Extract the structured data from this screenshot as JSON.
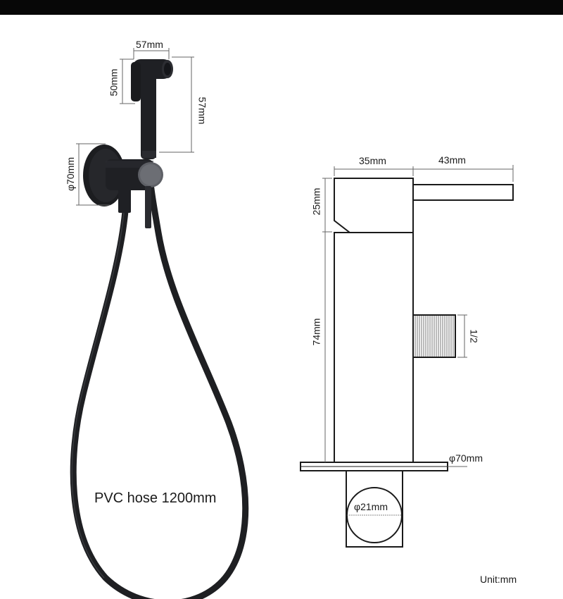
{
  "header": {
    "bar_color": "#070707"
  },
  "product_photo": {
    "labels": {
      "sprayer_width": "57mm",
      "sprayer_head_height": "50mm",
      "sprayer_total_height": "57mm",
      "wall_plate_diameter": "φ70mm"
    },
    "hose_label": "PVC hose  1200mm",
    "finish_color": "#1e1f22"
  },
  "technical_drawing": {
    "labels": {
      "body_width": "35mm",
      "handle_length": "43mm",
      "top_height": "25mm",
      "body_height": "74mm",
      "thread_size": "1/2",
      "base_diameter": "φ70mm",
      "outlet_diameter": "φ21mm"
    },
    "line_color": "#1a1a1a"
  },
  "footer": {
    "unit_label": "Unit:mm"
  }
}
